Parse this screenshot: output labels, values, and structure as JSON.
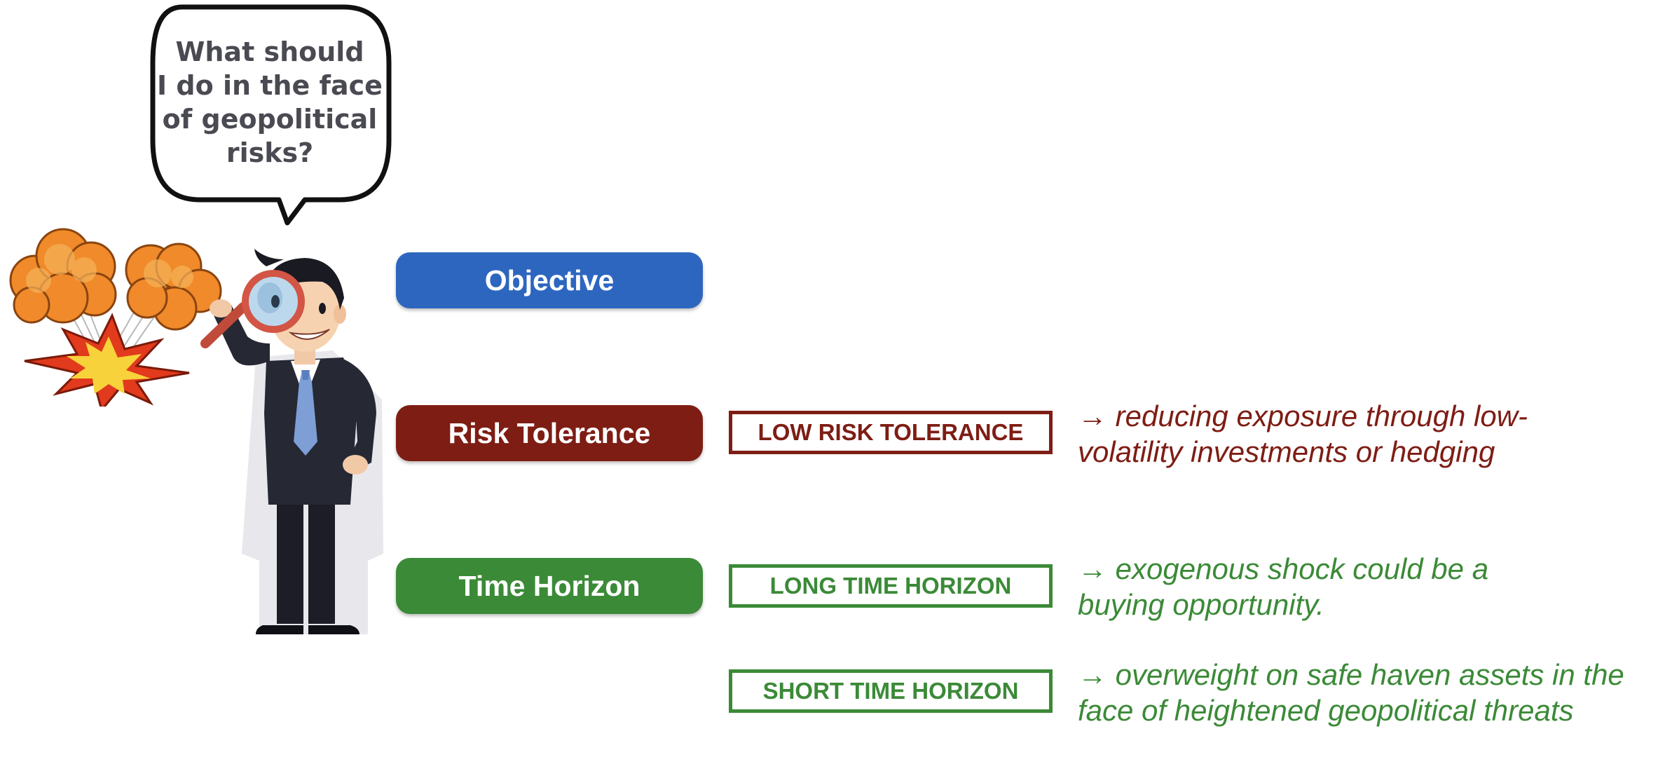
{
  "bubble": {
    "text": "What should\nI do in the face\nof geopolitical\nrisks?"
  },
  "colors": {
    "objective": "#2d66bf",
    "risk": "#7e1d14",
    "time": "#3b8a37",
    "bubble_text": "#4a4a52"
  },
  "pills": {
    "objective": "Objective",
    "risk_tolerance": "Risk Tolerance",
    "time_horizon": "Time Horizon"
  },
  "boxes": {
    "low_risk": "LOW RISK TOLERANCE",
    "long_time": "LONG TIME HORIZON",
    "short_time": "SHORT TIME HORIZON"
  },
  "descriptions": {
    "low_risk": "→ reducing exposure through low-volatility investments or hedging",
    "long_time": "→ exogenous shock could be a buying opportunity.",
    "short_time": "→ overweight on safe haven assets in the face of heightened geopolitical threats"
  },
  "illustration": {
    "figure": "businessman-with-magnifier",
    "explosion": "explosion-clouds"
  }
}
